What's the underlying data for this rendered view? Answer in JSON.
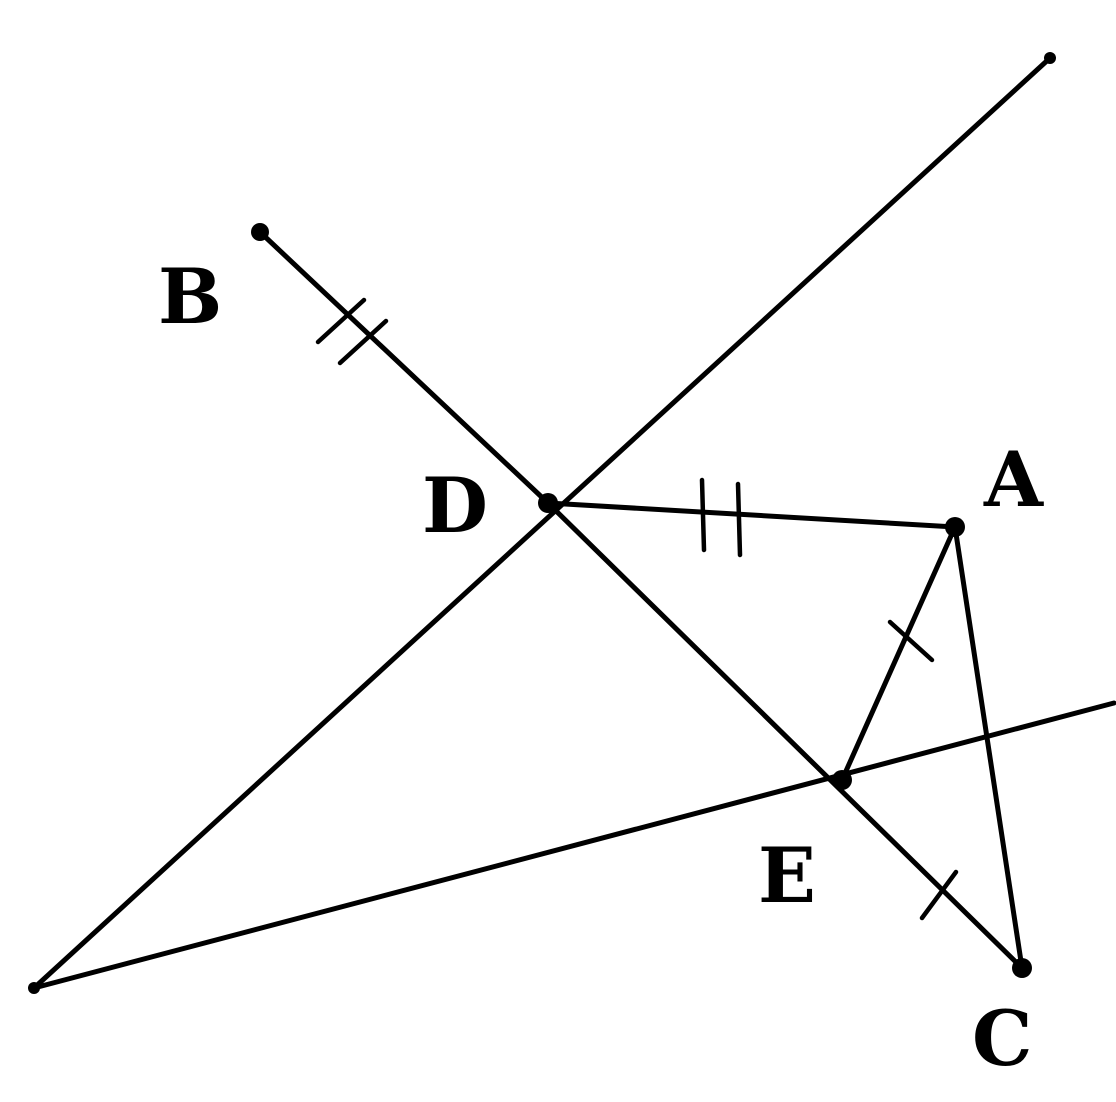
{
  "points": {
    "A": "A",
    "B": "B",
    "C": "C",
    "D": "D",
    "E": "E"
  },
  "colors": {
    "ink": "#000000",
    "background": "#ffffff"
  }
}
